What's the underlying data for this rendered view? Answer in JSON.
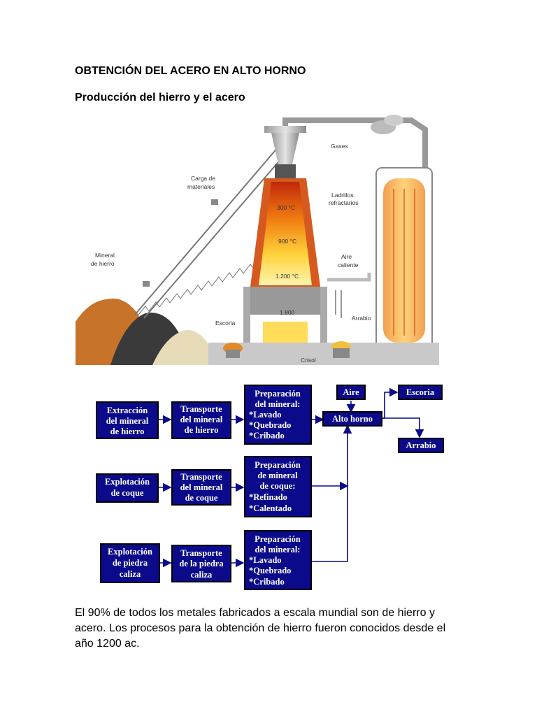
{
  "heading": "OBTENCIÓN DEL ACERO EN ALTO HORNO",
  "subheading": "Producción del hierro y el acero",
  "illustration": {
    "labels": {
      "gases": "Gases",
      "carga1": "Carga de",
      "carga2": "materiales",
      "ladrillos1": "Ladrillos",
      "ladrillos2": "refractarios",
      "mineral1": "Mineral",
      "mineral2": "de hierro",
      "aire1": "Aire",
      "aire2": "caliente",
      "arrabio": "Arrabio",
      "escoria": "Escoria",
      "crisol": "Crisol",
      "t300": "300 °C",
      "t900": "900 °C",
      "t1200": "1.200 °C",
      "t1800": "1.800"
    }
  },
  "flow": {
    "row1": {
      "b1": [
        "Extracción",
        "del mineral",
        "de hierro"
      ],
      "b2": [
        "Transporte",
        "del mineral",
        "de hierro"
      ],
      "b3": [
        "Preparación",
        "del mineral:",
        "*Lavado",
        "*Quebrado",
        "*Cribado"
      ]
    },
    "row2": {
      "b1": [
        "Explotación",
        "de coque"
      ],
      "b2": [
        "Transporte",
        "del mineral",
        "de coque"
      ],
      "b3": [
        "Preparación",
        "de mineral",
        "de coque:",
        "*Refinado",
        "*Calentado"
      ]
    },
    "row3": {
      "b1": [
        "Explotación",
        "de piedra",
        "caliza"
      ],
      "b2": [
        "Transporte",
        "de la piedra",
        "caliza"
      ],
      "b3": [
        "Preparación",
        "del mineral:",
        "*Lavado",
        "*Quebrado",
        "*Cribado"
      ]
    },
    "aire": "Aire",
    "alto_horno": "Alto horno",
    "escoria": "Escoria",
    "arrabio": "Arrabio",
    "colors": {
      "box_fill": "#0a0a8a",
      "box_border": "#000000",
      "line": "#0a0a8a"
    }
  },
  "paragraph": "El 90% de todos los metales fabricados a escala mundial son de hierro y acero. Los procesos para la obtención de hierro fueron conocidos desde el año 1200 ac."
}
